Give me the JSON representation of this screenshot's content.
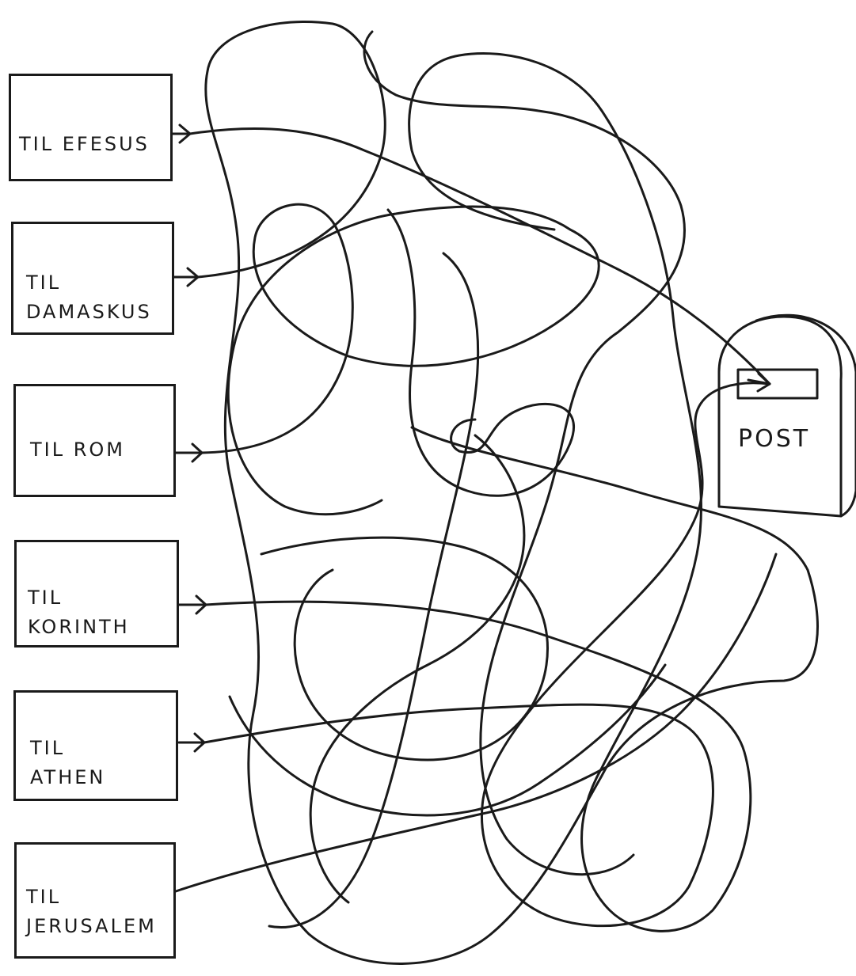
{
  "boxes": [
    {
      "label": "TIL  EFESUS"
    },
    {
      "label": "TIL\nDAMASKUS"
    },
    {
      "label": "TIL  ROM"
    },
    {
      "label": "TIL\nKORINTH"
    },
    {
      "label": "TIL\n ATHEN"
    },
    {
      "label": "TIL\nJERUSALEM"
    }
  ],
  "mailbox": {
    "label": "POST"
  }
}
